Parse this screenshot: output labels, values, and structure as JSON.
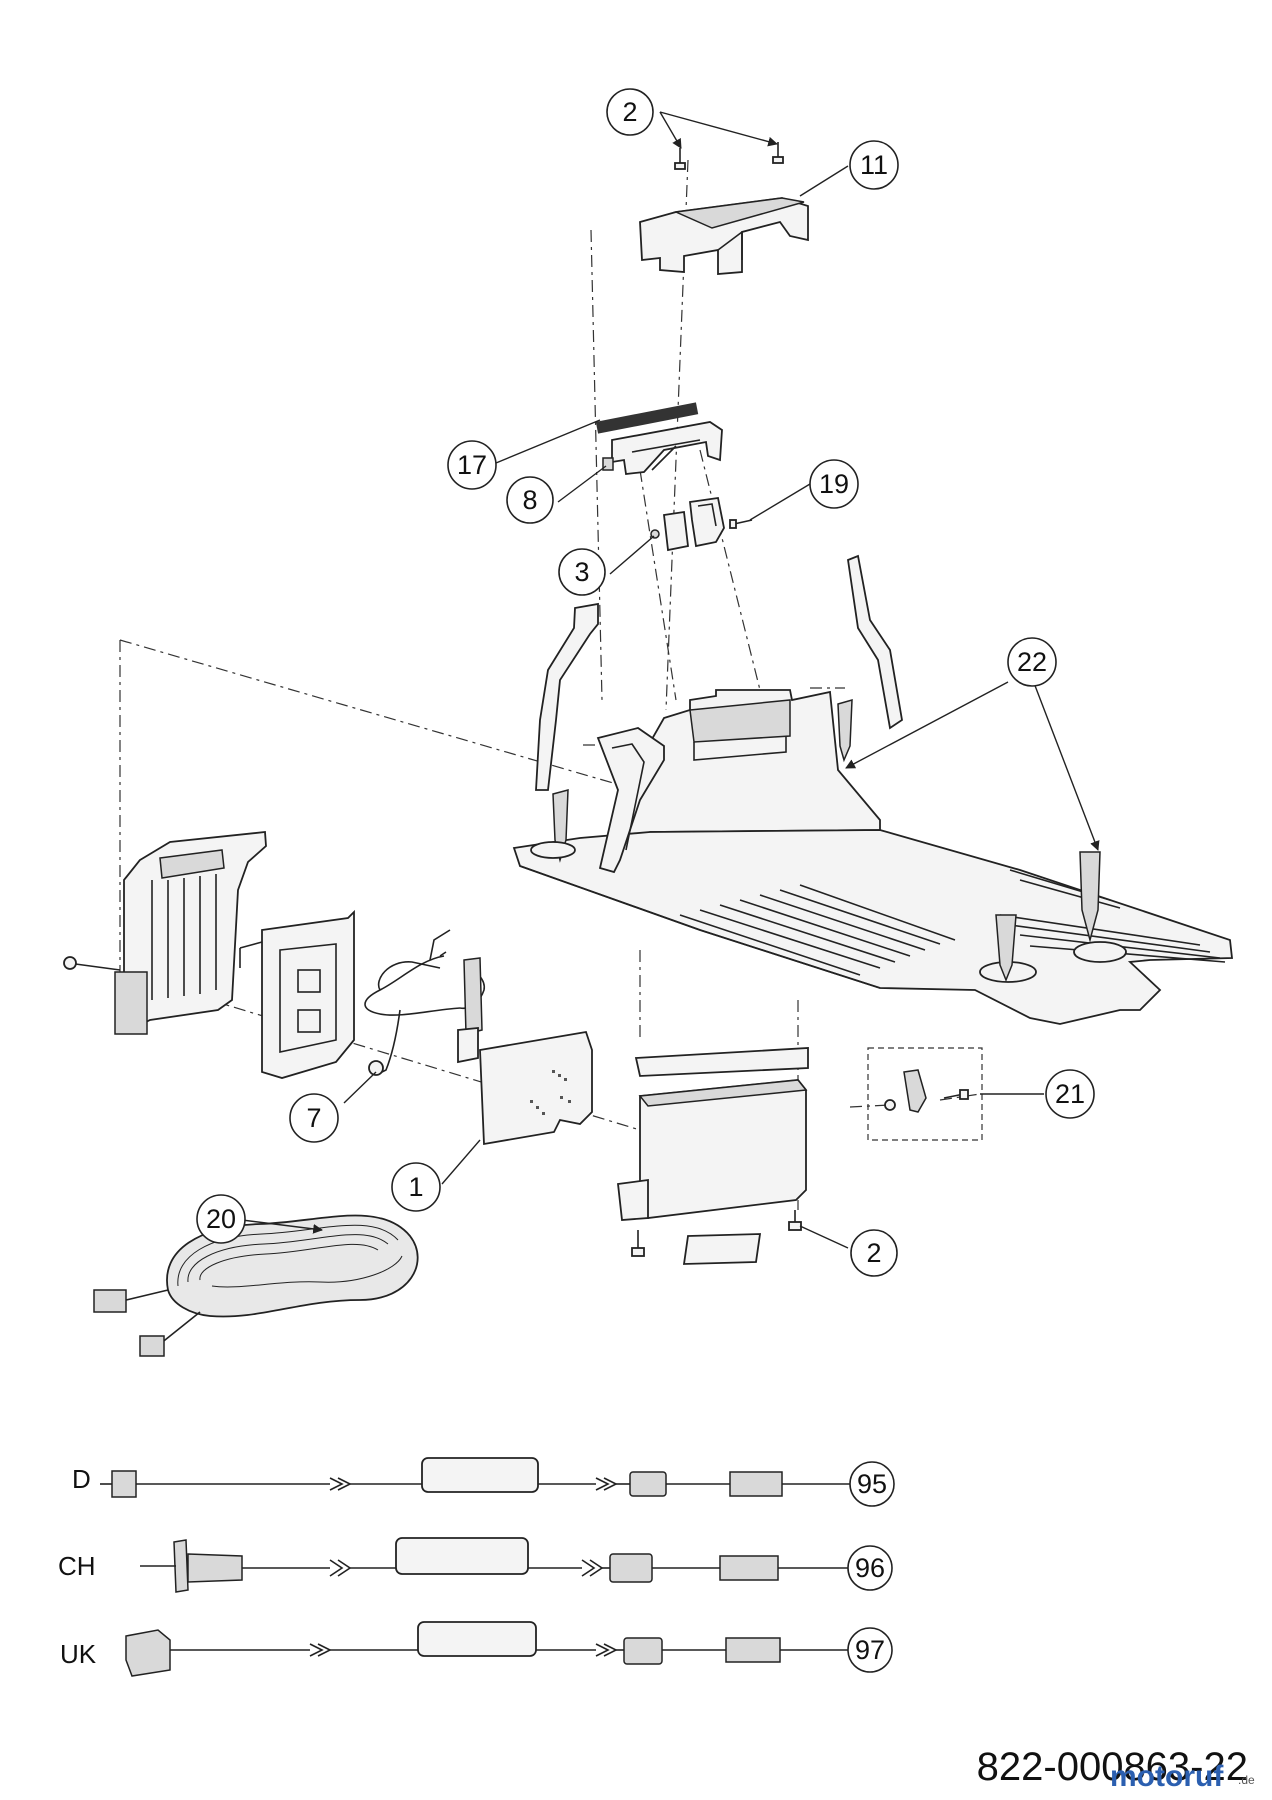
{
  "callouts": [
    "2",
    "11",
    "17",
    "8",
    "19",
    "3",
    "22",
    "21",
    "7",
    "1",
    "20",
    "2",
    "95",
    "96",
    "97"
  ],
  "regions": [
    "D",
    "CH",
    "UK"
  ],
  "document_number": "822-000863-22",
  "watermark": {
    "text": "motoruf",
    "suffix": ".de",
    "colors": [
      "#2b5fb0",
      "#e0b000"
    ]
  }
}
